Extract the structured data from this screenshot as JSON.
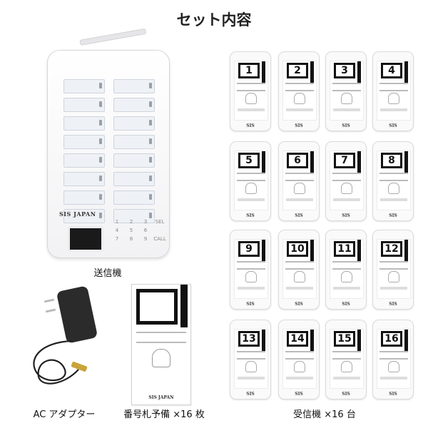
{
  "title": "セット内容",
  "captions": {
    "transmitter": "送信機",
    "adapter": "AC アダプター",
    "cards": "番号札予備 ×16 枚",
    "receivers": "受信機 ×16 台"
  },
  "transmitter": {
    "brand": "SIS JAPAN",
    "keys": [
      "1",
      "2",
      "3",
      "SEL",
      "4",
      "5",
      "6",
      "",
      "7",
      "8",
      "9",
      "CALL"
    ]
  },
  "pager": {
    "logo": "SIS"
  },
  "card": {
    "logo": "SIS JAPAN"
  },
  "pagers": [
    "1",
    "2",
    "3",
    "4",
    "5",
    "6",
    "7",
    "8",
    "9",
    "10",
    "11",
    "12",
    "13",
    "14",
    "15",
    "16"
  ],
  "colors": {
    "pager_number_frame": "#111111",
    "device_body": "#f4f4f6"
  }
}
